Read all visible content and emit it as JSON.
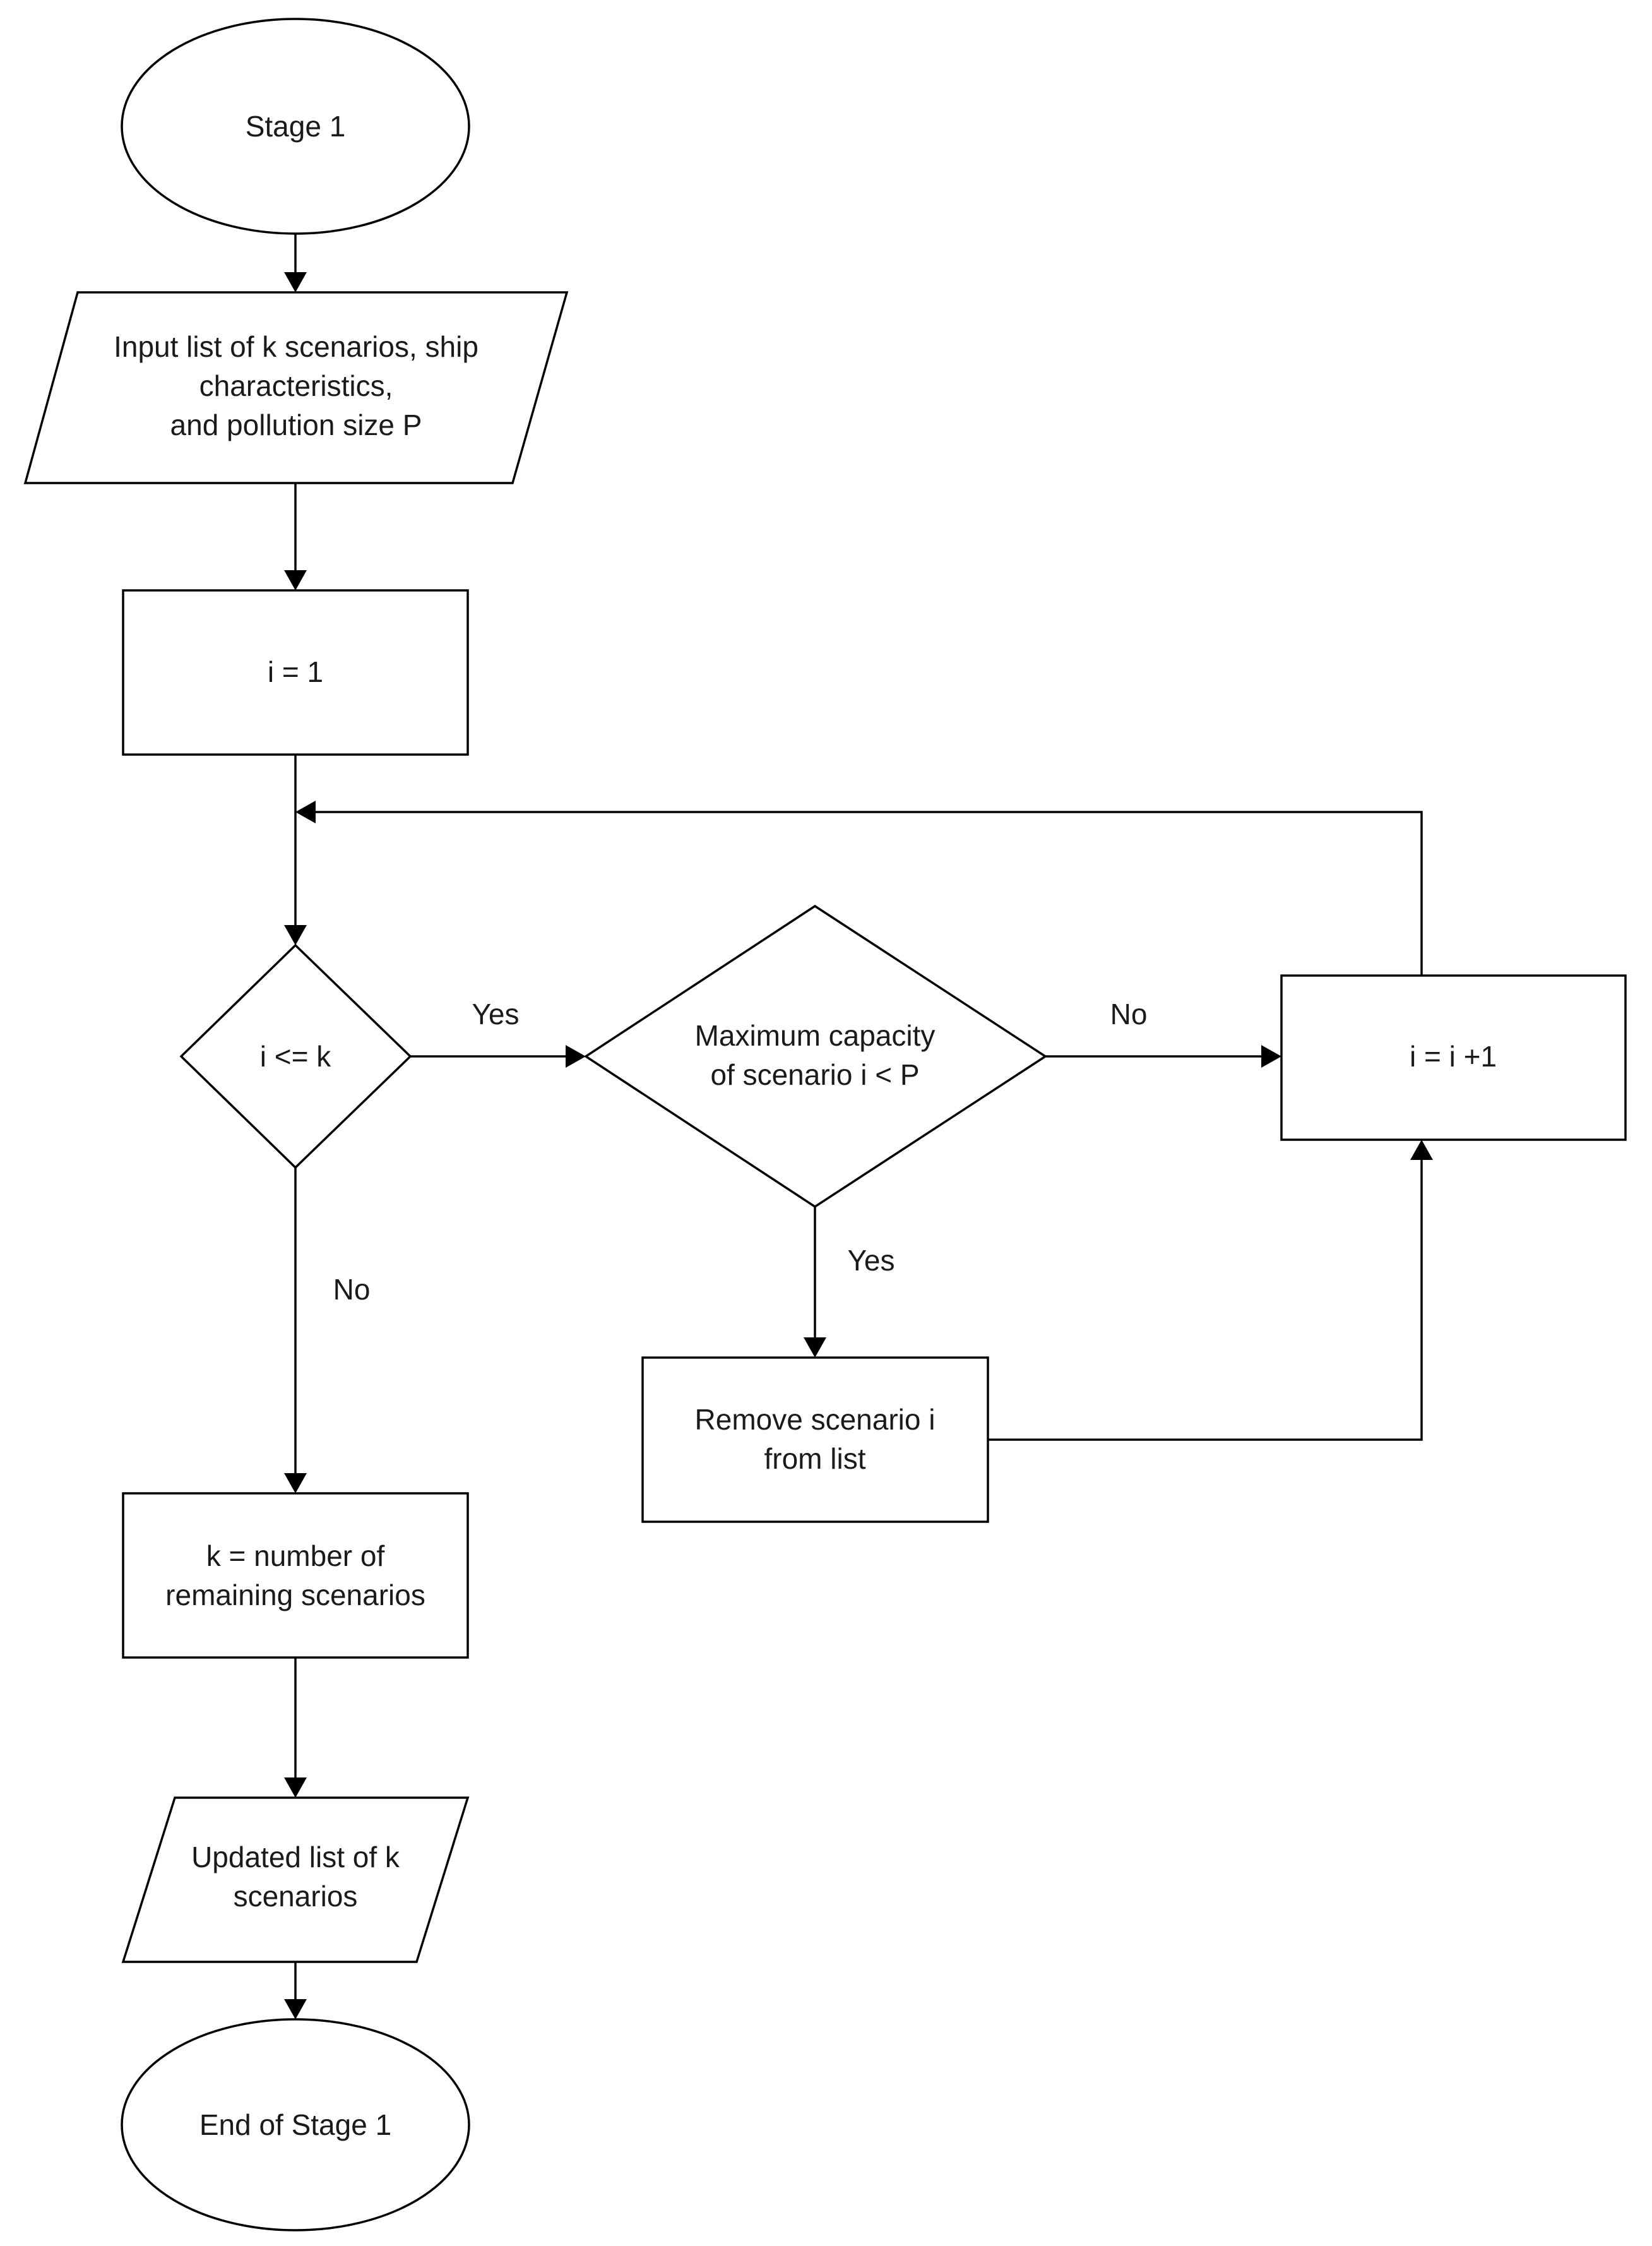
{
  "nodes": {
    "start": {
      "lines": [
        "Stage 1"
      ]
    },
    "input": {
      "lines": [
        "Input list of k scenarios, ship",
        "characteristics,",
        "and pollution size P"
      ]
    },
    "init": {
      "lines": [
        "i = 1"
      ]
    },
    "loop_check": {
      "lines": [
        "i <= k"
      ]
    },
    "capacity_check": {
      "lines": [
        "Maximum capacity",
        "of scenario i < P"
      ]
    },
    "increment": {
      "lines": [
        "i = i +1"
      ]
    },
    "remove": {
      "lines": [
        "Remove scenario i",
        "from list"
      ]
    },
    "count": {
      "lines": [
        "k = number of",
        "remaining scenarios"
      ]
    },
    "output": {
      "lines": [
        "Updated list of k",
        "scenarios"
      ]
    },
    "end": {
      "lines": [
        "End of Stage 1"
      ]
    }
  },
  "edge_labels": {
    "loop_yes": "Yes",
    "loop_no": "No",
    "capacity_no": "No",
    "capacity_yes": "Yes"
  }
}
